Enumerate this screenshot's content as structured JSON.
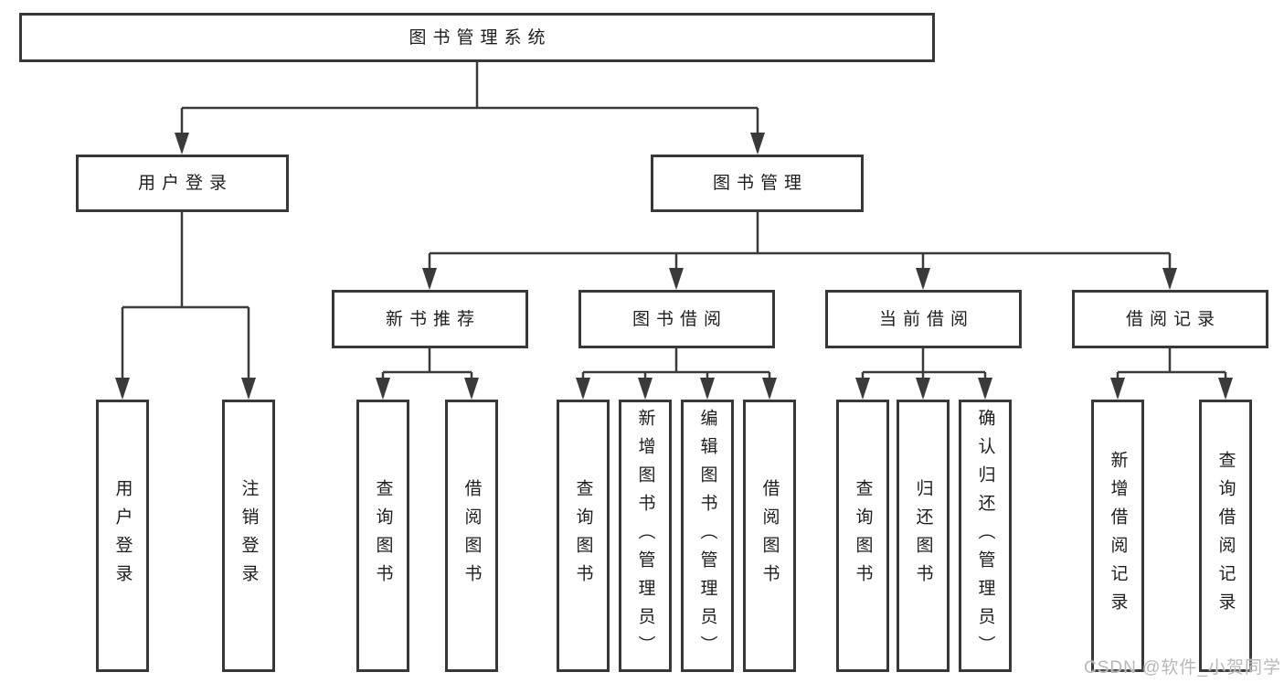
{
  "diagram": {
    "type": "tree-diagram",
    "colors": {
      "line": "#3a3a3a",
      "box_border": "#383838",
      "text": "#1e1e1e",
      "watermark_text": "#b9b9b9",
      "background": "#ffffff"
    },
    "root": {
      "label": "图书管理系统",
      "children": [
        {
          "label": "用户登录",
          "children": [
            {
              "label": "用户登录"
            },
            {
              "label": "注销登录"
            }
          ]
        },
        {
          "label": "图书管理",
          "children": [
            {
              "label": "新书推荐",
              "children": [
                {
                  "label": "查询图书"
                },
                {
                  "label": "借阅图书"
                }
              ]
            },
            {
              "label": "图书借阅",
              "children": [
                {
                  "label": "查询图书"
                },
                {
                  "label": "新增图书（管理员）"
                },
                {
                  "label": "编辑图书（管理员）"
                },
                {
                  "label": "借阅图书"
                }
              ]
            },
            {
              "label": "当前借阅",
              "children": [
                {
                  "label": "查询图书"
                },
                {
                  "label": "归还图书"
                },
                {
                  "label": "确认归还（管理员）"
                }
              ]
            },
            {
              "label": "借阅记录",
              "children": [
                {
                  "label": "新增借阅记录"
                },
                {
                  "label": "查询借阅记录"
                }
              ]
            }
          ]
        }
      ]
    }
  },
  "watermark": {
    "text": "CSDN @软件_小贺同学"
  }
}
